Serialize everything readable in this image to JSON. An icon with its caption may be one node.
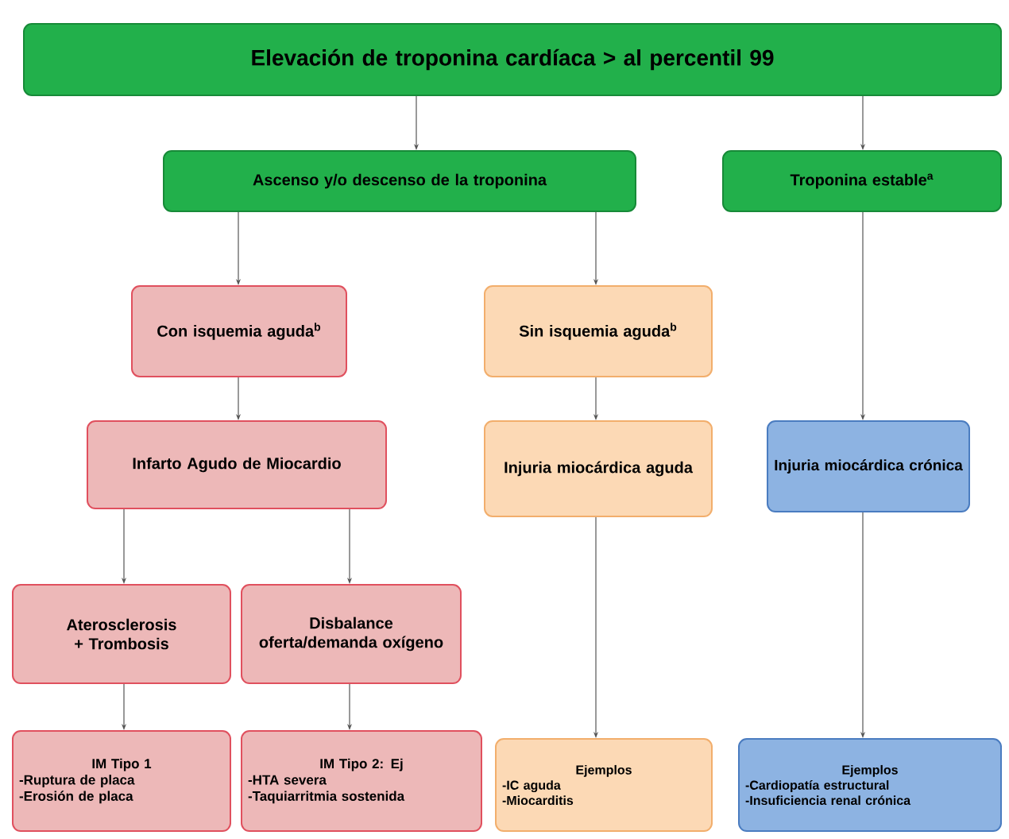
{
  "diagram": {
    "nodes": [
      {
        "text": [
          "Elevación de troponina cardíaca > al percentil 99"
        ]
      },
      {
        "text": [
          "Ascenso y/o descenso de la troponina"
        ]
      },
      {
        "text": [
          "Troponina estable$^{a}$"
        ]
      },
      {
        "text": [
          "Con isquemia aguda$^{b}$"
        ]
      },
      {
        "text": [
          "Sin isquemia aguda$^{b}$"
        ]
      },
      {
        "text": [
          "Infarto Agudo de Miocardio"
        ]
      },
      {
        "text": [
          "Injuria miocárdica aguda"
        ]
      },
      {
        "text": [
          "Injuria miocárdica crónica"
        ]
      },
      {
        "text": [
          "Aterosclerosis + Trombosis"
        ]
      },
      {
        "text": [
          "Disbalance oferta/demanda oxígeno"
        ]
      },
      {
        "text": [
          "IM Tipo 1",
          "-Ruptura de placa",
          "-Erosión de placa"
        ]
      },
      {
        "text": [
          "IM Tipo 2: Ej",
          "-HTA severa",
          "-Taquiarritmia sostenida"
        ]
      },
      {
        "text": [
          "Ejemplos",
          "-IC aguda",
          "-Miocarditis"
        ]
      },
      {
        "text": [
          "Ejemplos",
          "-Cardiopatía estructural",
          "-Insuficiencia renal crónica"
        ]
      }
    ],
    "edges": [
      {
        "from": 0,
        "to": 1,
        "arrow": "to"
      },
      {
        "from": 0,
        "to": 2,
        "arrow": "to"
      },
      {
        "from": 1,
        "to": 3,
        "arrow": "to"
      },
      {
        "from": 1,
        "to": 4,
        "arrow": "to"
      },
      {
        "from": 2,
        "to": 7,
        "arrow": "to"
      },
      {
        "from": 3,
        "to": 5,
        "arrow": "to"
      },
      {
        "from": 4,
        "to": 6,
        "arrow": "to"
      },
      {
        "from": 5,
        "to": 8,
        "arrow": "to"
      },
      {
        "from": 5,
        "to": 9,
        "arrow": "to"
      },
      {
        "from": 8,
        "to": 10,
        "arrow": "to"
      },
      {
        "from": 9,
        "to": 11,
        "arrow": "to"
      },
      {
        "from": 6,
        "to": 12,
        "arrow": "to"
      },
      {
        "from": 7,
        "to": 13,
        "arrow": "to"
      }
    ]
  }
}
